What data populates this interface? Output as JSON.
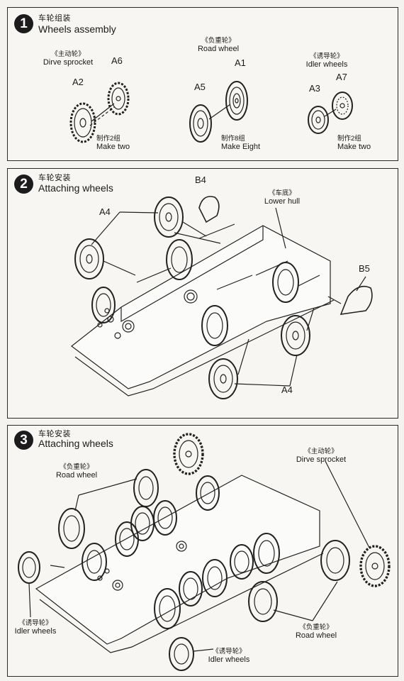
{
  "steps": [
    {
      "number": "1",
      "title_cn": "车轮组装",
      "title_en": "Wheels assembly",
      "labels": {
        "drive_cn": "《主动轮》",
        "drive_en": "Dirve sprocket",
        "road_cn": "《负重轮》",
        "road_en": "Road wheel",
        "idler_cn": "《诱导轮》",
        "idler_en": "Idler wheels",
        "make_two_cn_1": "制作2组",
        "make_two_en_1": "Make two",
        "make_eight_cn": "制作8组",
        "make_eight_en": "Make Eight",
        "make_two_cn_2": "制作2组",
        "make_two_en_2": "Make two"
      },
      "parts": [
        "A6",
        "A2",
        "A1",
        "A5",
        "A7",
        "A3"
      ]
    },
    {
      "number": "2",
      "title_cn": "车轮安装",
      "title_en": "Attaching wheels",
      "labels": {
        "hull_cn": "《车底》",
        "hull_en": "Lower hull"
      },
      "parts": [
        "B4",
        "A4",
        "B5",
        "A4"
      ]
    },
    {
      "number": "3",
      "title_cn": "车轮安装",
      "title_en": "Attaching wheels",
      "labels": {
        "road_cn_1": "《负重轮》",
        "road_en_1": "Road wheel",
        "drive_cn": "《主动轮》",
        "drive_en": "Dirve sprocket",
        "idler_cn_1": "《诱导轮》",
        "idler_en_1": "Idler wheels",
        "road_cn_2": "《负重轮》",
        "road_en_2": "Road wheel",
        "idler_cn_2": "《诱导轮》",
        "idler_en_2": "Idler wheels"
      }
    }
  ]
}
